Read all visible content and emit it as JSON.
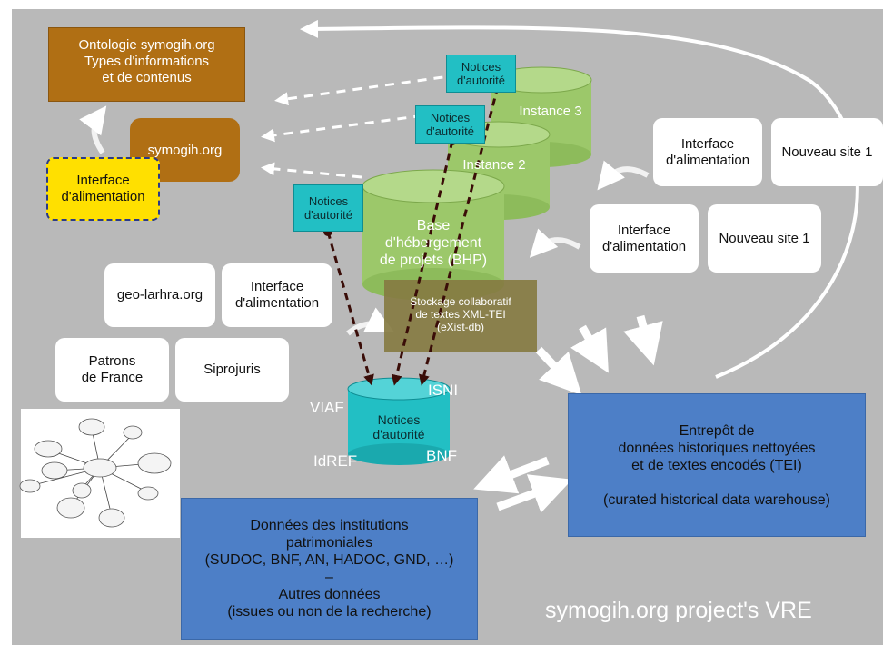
{
  "ontology": {
    "text": "Ontologie symogih.org\nTypes d'informations\net de contenus"
  },
  "symogih": {
    "text": "symogih.org"
  },
  "interface_yellow": {
    "text": "Interface\nd'alimentation"
  },
  "notices": {
    "n3": "Notices\nd'autorité",
    "n2": "Notices\nd'autorité",
    "n1": "Notices\nd'autorité"
  },
  "instances": {
    "i3": "Instance 3",
    "i2": "Instance 2"
  },
  "bhp": {
    "text": "Base\nd'hébergement\nde projets (BHP)"
  },
  "storage": {
    "text": "Stockage collaboratif\nde textes XML-TEI\n(eXist-db)"
  },
  "right_boxes": {
    "interface_a": "Interface\nd'alimentation",
    "nouveau_a": "Nouveau site 1",
    "interface_b": "Interface\nd'alimentation",
    "nouveau_b": "Nouveau site 1"
  },
  "left_boxes": {
    "geo": "geo-larhra.org",
    "interface_c": "Interface\nd'alimentation",
    "patrons": "Patrons\nde France",
    "siprojuris": "Siprojuris"
  },
  "authority": {
    "center": "Notices\nd'autorité",
    "viaf": "VIAF",
    "isni": "ISNI",
    "idref": "IdREF",
    "bnf": "BNF"
  },
  "warehouse": {
    "text": "Entrepôt de\ndonnées historiques nettoyées\net de textes encodés (TEI)\n\n(curated historical data warehouse)"
  },
  "institutions": {
    "text": "Données des institutions\npatrimoniales\n(SUDOC, BNF, AN, HADOC, GND, …)\n–\nAutres données\n(issues ou non de la recherche)"
  },
  "footer": {
    "caption": "symogih.org project's VRE"
  },
  "colors": {
    "canvas": "#b9b9b9",
    "brown": "#b06f14",
    "teal": "#22bfc4",
    "green": "#9cc86a",
    "blue": "#4d7fc7",
    "yellow": "#ffe000"
  }
}
